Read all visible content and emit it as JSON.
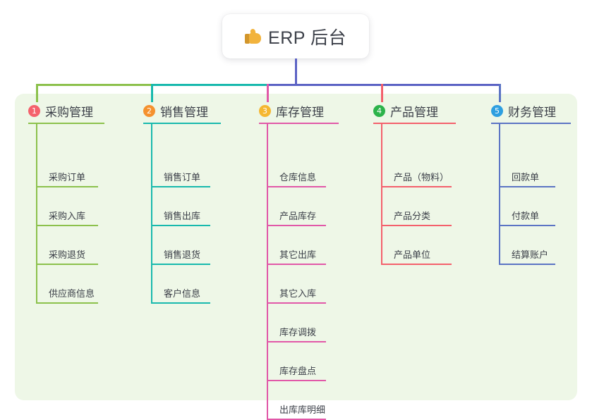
{
  "diagram": {
    "title": "ERP 后台",
    "title_icon": "thumbs-up-icon",
    "background_color": "#ffffff",
    "panel_color": "#eef7e7",
    "trunk_color": "#5b62c4",
    "columns": [
      {
        "index": "1",
        "title": "采购管理",
        "badge_color": "#f4616c",
        "line_color": "#8cc14c",
        "items": [
          {
            "label": "采购订单"
          },
          {
            "label": "采购入库"
          },
          {
            "label": "采购退货"
          },
          {
            "label": "供应商信息"
          }
        ]
      },
      {
        "index": "2",
        "title": "销售管理",
        "badge_color": "#f5912e",
        "line_color": "#18b9ad",
        "items": [
          {
            "label": "销售订单"
          },
          {
            "label": "销售出库"
          },
          {
            "label": "销售退货"
          },
          {
            "label": "客户信息"
          }
        ]
      },
      {
        "index": "3",
        "title": "库存管理",
        "badge_color": "#f5b731",
        "line_color": "#e158a8",
        "items": [
          {
            "label": "仓库信息"
          },
          {
            "label": "产品库存"
          },
          {
            "label": "其它出库"
          },
          {
            "label": "其它入库"
          },
          {
            "label": "库存调拨"
          },
          {
            "label": "库存盘点"
          },
          {
            "label": "出库库明细"
          }
        ]
      },
      {
        "index": "4",
        "title": "产品管理",
        "badge_color": "#2cb34a",
        "line_color": "#f4606c",
        "items": [
          {
            "label": "产品（物料）"
          },
          {
            "label": "产品分类"
          },
          {
            "label": "产品单位"
          }
        ]
      },
      {
        "index": "5",
        "title": "财务管理",
        "badge_color": "#2e9fe0",
        "line_color": "#5b74c4",
        "items": [
          {
            "label": "回款单"
          },
          {
            "label": "付款单"
          },
          {
            "label": "结算账户"
          }
        ]
      }
    ]
  }
}
